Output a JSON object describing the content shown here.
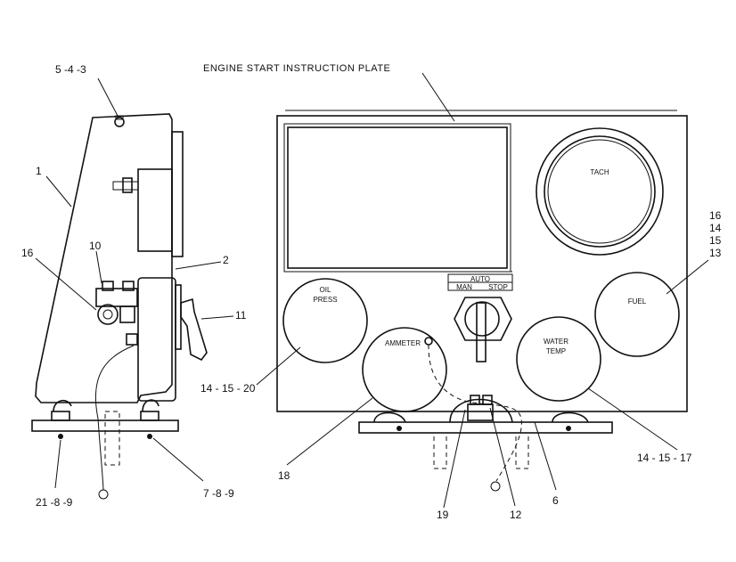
{
  "plate_title": "ENGINE START INSTRUCTION PLATE",
  "switch": {
    "top": "AUTO",
    "left": "MAN",
    "right": "STOP"
  },
  "gauges": {
    "tach": "TACH",
    "oil_line1": "OIL",
    "oil_line2": "PRESS",
    "ammeter": "AMMETER",
    "water_line1": "WATER",
    "water_line2": "TEMP",
    "fuel": "FUEL"
  },
  "callouts": {
    "c_543": "5 -4 -3",
    "c_1": "1",
    "c_10": "10",
    "c_16_side": "16",
    "c_2": "2",
    "c_11": "11",
    "c_21": "21 -8 -9",
    "c_789": "7 -8 -9",
    "c_141520": "14 - 15 - 20",
    "c_18": "18",
    "c_19": "19",
    "c_12": "12",
    "c_6": "6",
    "c_141517": "14 - 15 - 17",
    "c_16_front": "16",
    "c_14": "14",
    "c_15": "15",
    "c_13": "13"
  }
}
